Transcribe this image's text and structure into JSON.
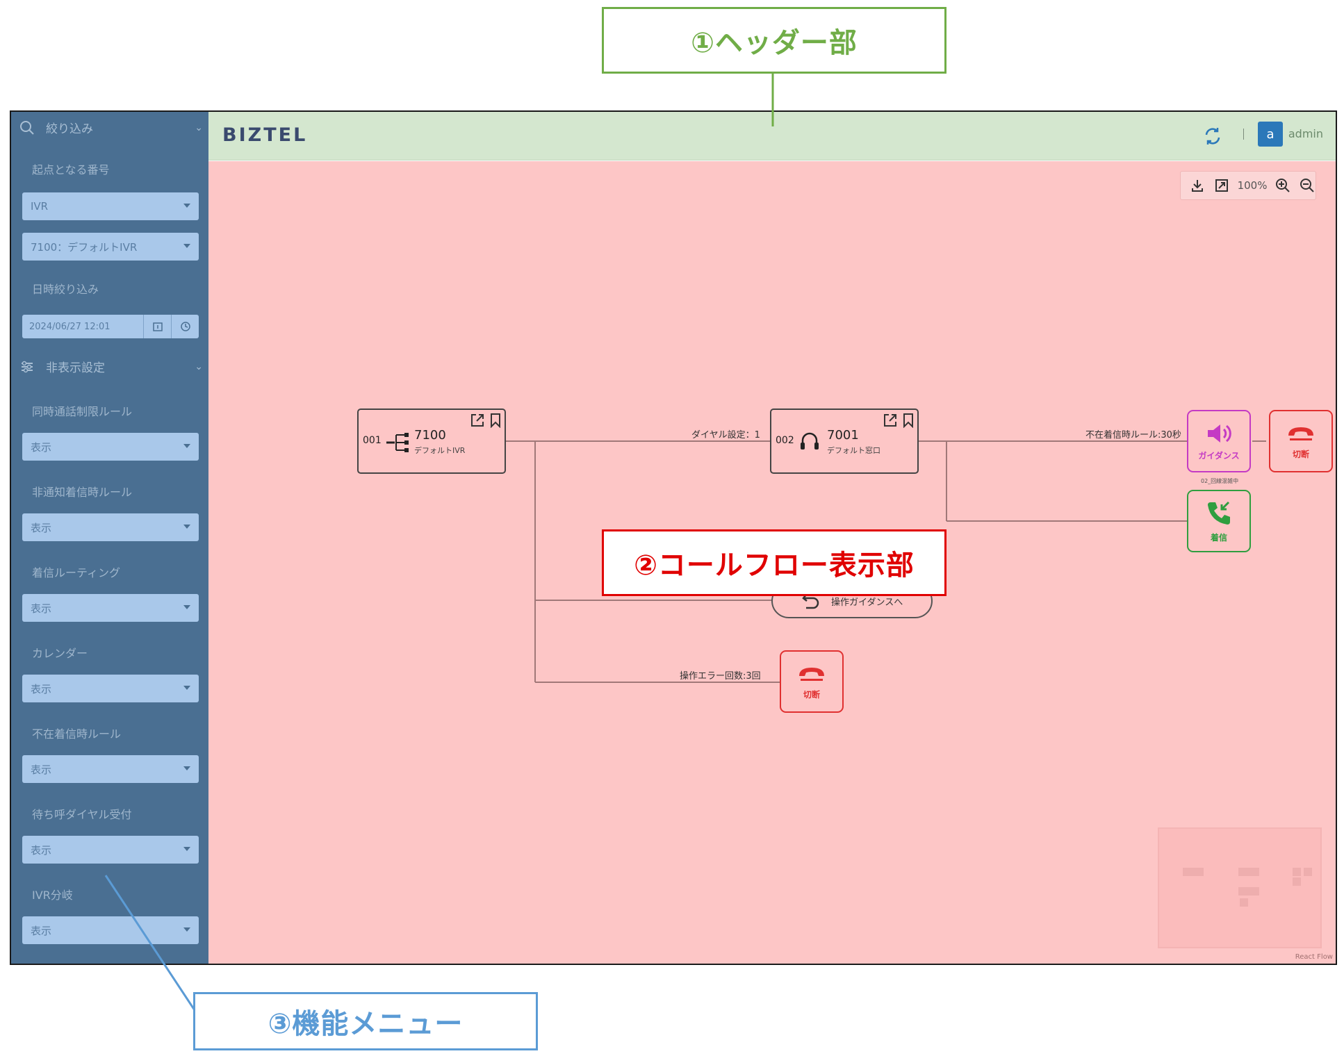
{
  "callouts": {
    "header": "①ヘッダー部",
    "callflow": "②コールフロー表示部",
    "menu": "③機能メニュー"
  },
  "sidebar": {
    "filter_title": "絞り込み",
    "origin_label": "起点となる番号",
    "type_select": "IVR",
    "number_select": "7100：デフォルトIVR",
    "datetime_label": "日時絞り込み",
    "datetime_value": "2024/06/27 12:01",
    "hide_title": "非表示設定",
    "rows": [
      {
        "label": "同時通話制限ルール",
        "value": "表示"
      },
      {
        "label": "非通知着信時ルール",
        "value": "表示"
      },
      {
        "label": "着信ルーティング",
        "value": "表示"
      },
      {
        "label": "カレンダー",
        "value": "表示"
      },
      {
        "label": "不在着信時ルール",
        "value": "表示"
      },
      {
        "label": "待ち呼ダイヤル受付",
        "value": "表示"
      },
      {
        "label": "IVR分岐",
        "value": "表示"
      }
    ]
  },
  "header": {
    "logo": "BIZTEL",
    "avatar_letter": "a",
    "username": "admin"
  },
  "toolbar": {
    "zoom": "100%"
  },
  "flow": {
    "node1": {
      "num": "001",
      "main": "7100",
      "sub": "デフォルトIVR"
    },
    "node2": {
      "num": "002",
      "main": "7001",
      "sub": "デフォルト窓口"
    },
    "edge_dial": "ダイヤル設定：1",
    "edge_absent": "不在着信時ルール:30秒",
    "edge_error": "操作エラー回数:3回",
    "guidance_label": "ガイダンス",
    "guidance_sub": "02_回線混雑中",
    "hangup_label": "切断",
    "hangup2_label": "切断",
    "incoming_label": "着信",
    "back_guidance": "操作ガイダンスへ"
  },
  "minimap_attr": "React Flow",
  "colors": {
    "sidebar": "#4a6f92",
    "header": "#d4e7cf",
    "canvas": "#fdc6c6",
    "callout_green": "#70ad47",
    "callout_red": "#e00000",
    "callout_blue": "#5b9bd5"
  }
}
